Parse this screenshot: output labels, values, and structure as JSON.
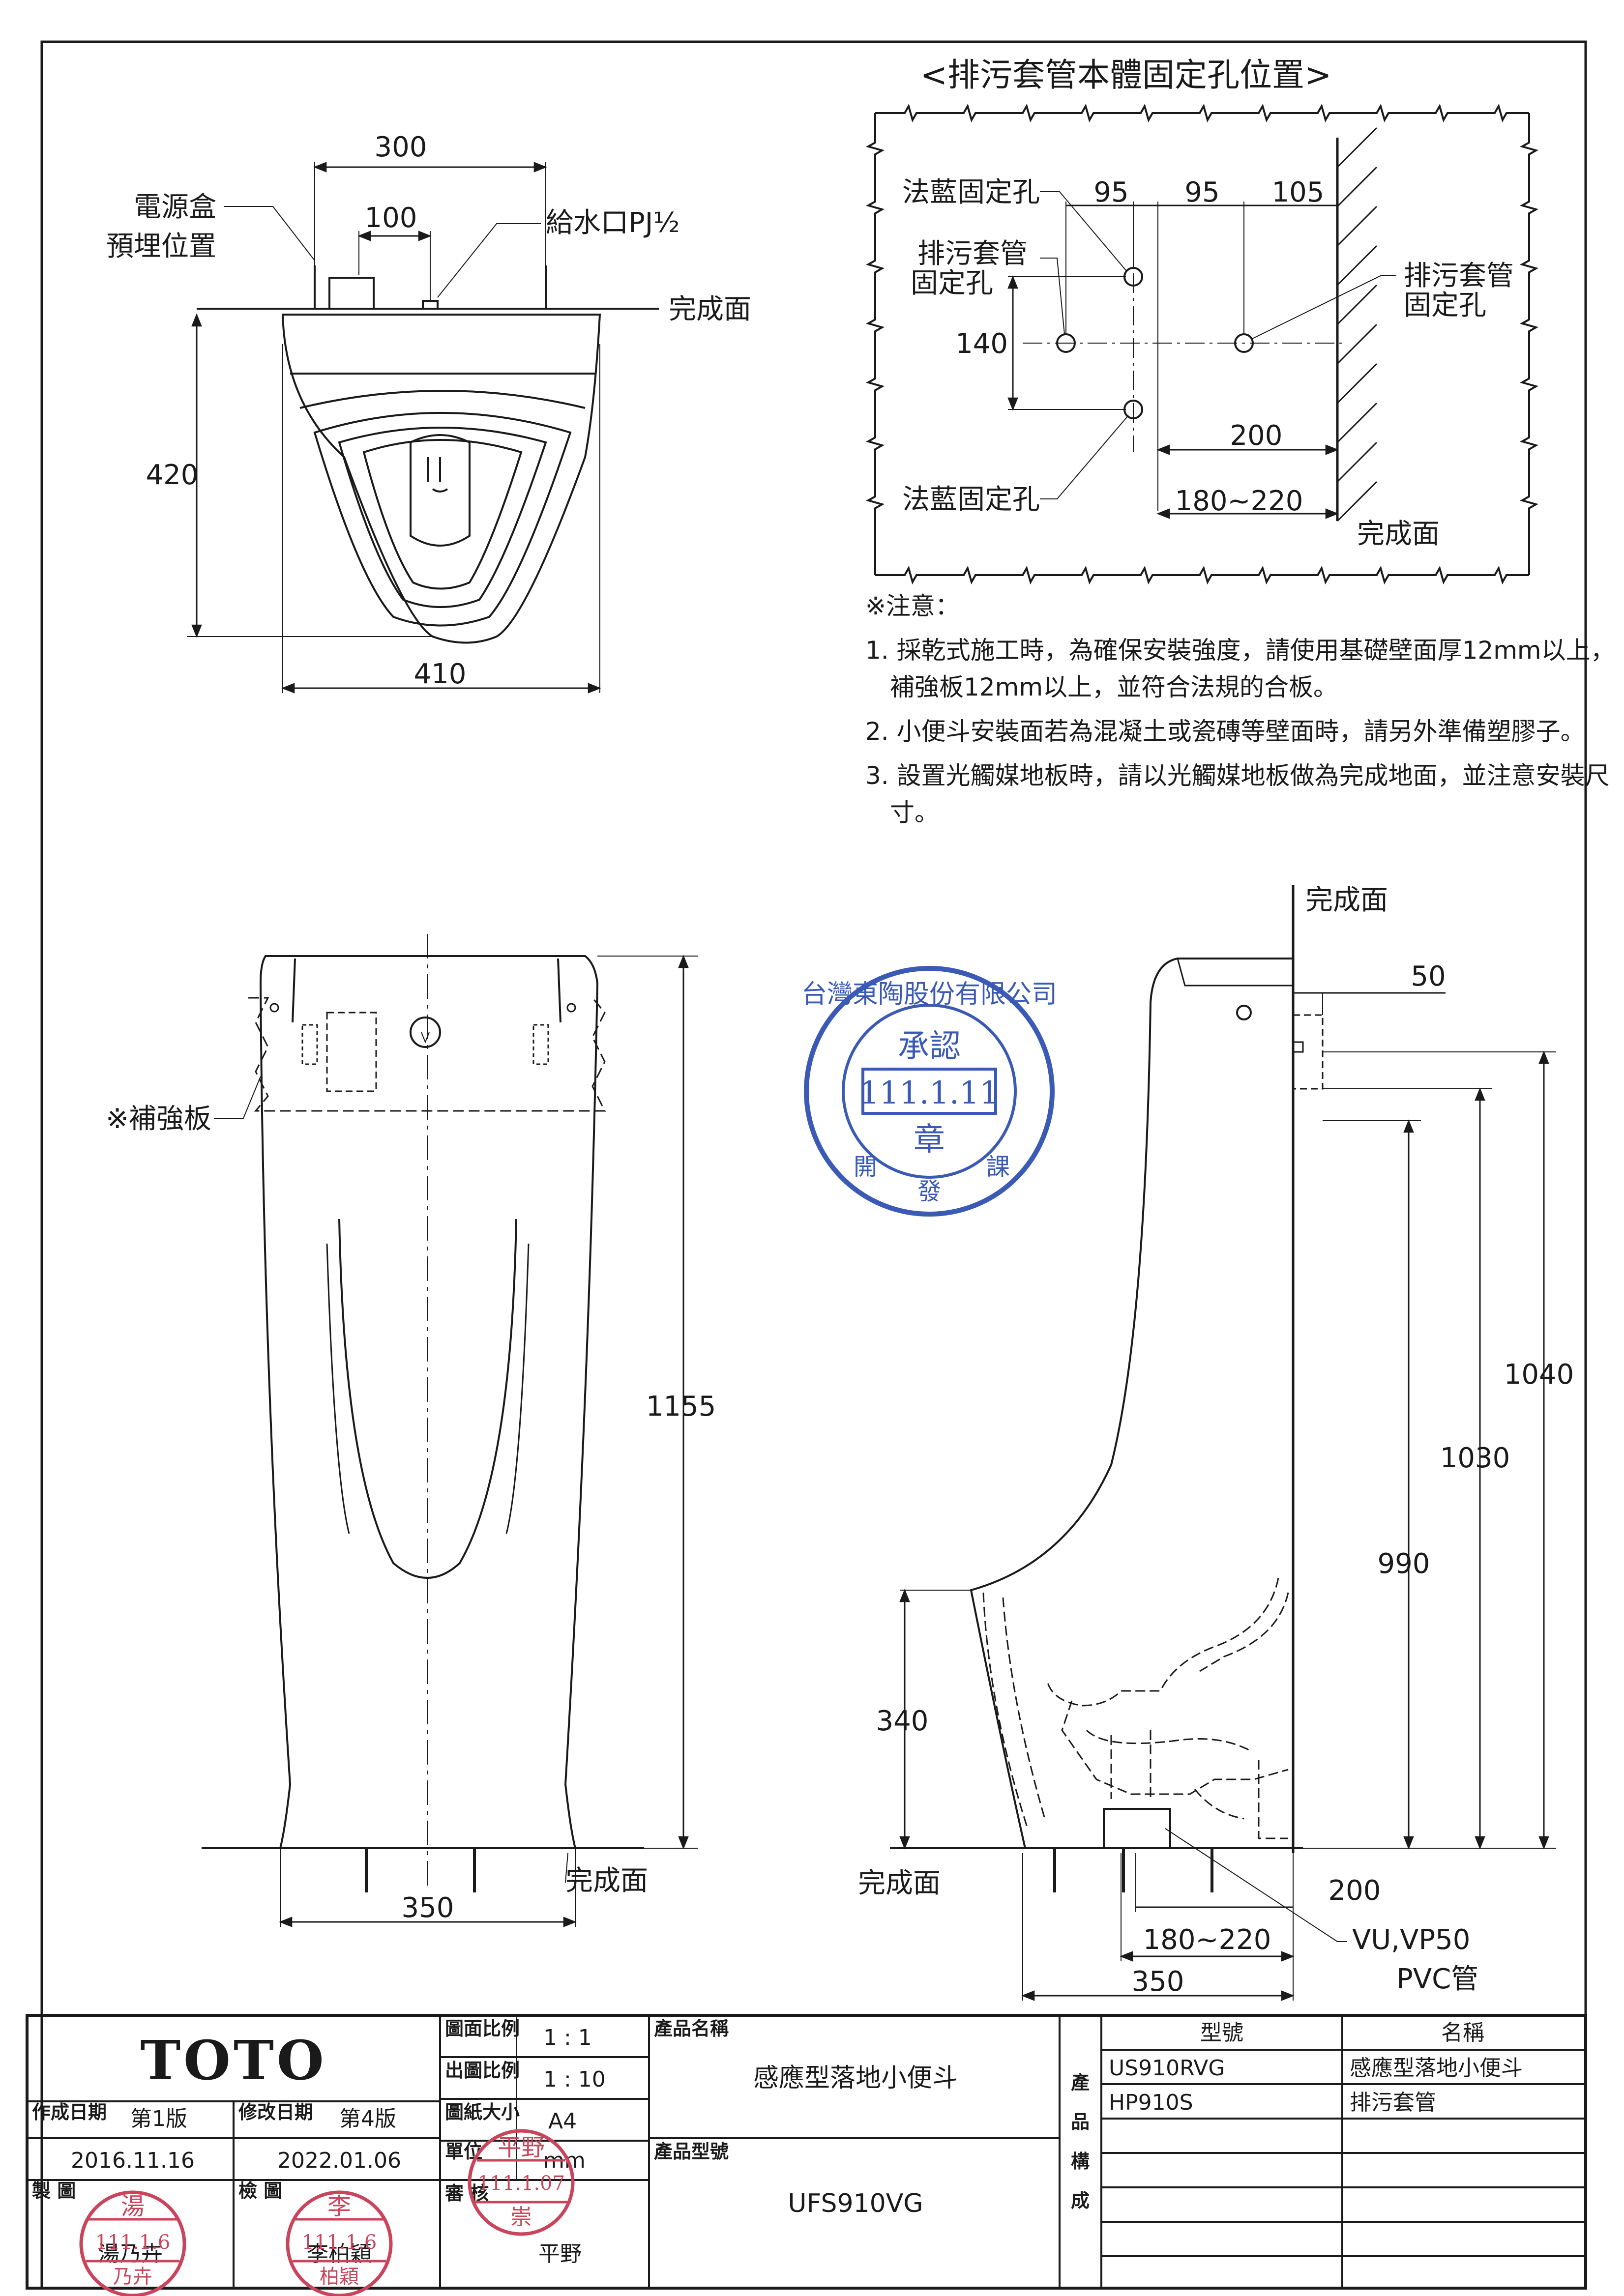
{
  "top_view": {
    "dim_width_outer": "300",
    "dim_width_inner": "100",
    "power_box_label_1": "電源盒",
    "power_box_label_2": "預埋位置",
    "water_inlet_label": "給水口PJ½",
    "finish_surface": "完成面",
    "dim_height": "420",
    "dim_width_bottom": "410"
  },
  "detail_view": {
    "title": "<排污套管本體固定孔位置>",
    "flange_hole_top": "法藍固定孔",
    "flange_hole_bottom": "法藍固定孔",
    "drain_hole_left_1": "排污套管",
    "drain_hole_left_2": "固定孔",
    "drain_hole_right_1": "排污套管",
    "drain_hole_right_2": "固定孔",
    "dim_95a": "95",
    "dim_95b": "95",
    "dim_105": "105",
    "dim_140": "140",
    "dim_200": "200",
    "dim_180_220": "180~220",
    "finish_surface": "完成面"
  },
  "notes": {
    "heading": "※注意：",
    "n1a": "1. 採乾式施工時，為確保安裝強度，請使用基礎壁面厚12mm以上，",
    "n1b": "補強板12mm以上，並符合法規的合板。",
    "n2": "2. 小便斗安裝面若為混凝土或瓷磚等壁面時，請另外準備塑膠子。",
    "n3a": "3. 設置光觸媒地板時，請以光觸媒地板做為完成地面，並注意安裝尺",
    "n3b": "寸。"
  },
  "front_view": {
    "reinforcement_label": "※補強板",
    "dim_height": "1155",
    "dim_width": "350",
    "finish_surface": "完成面"
  },
  "side_view": {
    "finish_surface_top": "完成面",
    "finish_surface_bottom": "完成面",
    "dim_50": "50",
    "dim_1040": "1040",
    "dim_1030": "1030",
    "dim_990": "990",
    "dim_340": "340",
    "dim_200": "200",
    "dim_180_220": "180~220",
    "dim_350": "350",
    "pipe_label_1": "VU,VP50",
    "pipe_label_2": "PVC管"
  },
  "approval_stamp": {
    "ring_text": "台灣東陶股份有限公司",
    "center_top": "承認",
    "date": "111.1.11",
    "center_bottom": "章",
    "left": "開",
    "bottom": "發",
    "right": "課"
  },
  "title_block": {
    "logo": "TOTO",
    "scale_label": "圖面比例",
    "scale_value": "1 : 1",
    "print_scale_label": "出圖比例",
    "print_scale_value": "1 : 10",
    "paper_label": "圖紙大小",
    "paper_value": "A4",
    "unit_label": "單位",
    "unit_value": "mm",
    "review_label": "審 核",
    "review_value": "平野",
    "created_label": "作成日期",
    "created_version": "第1版",
    "created_date": "2016.11.16",
    "revised_label": "修改日期",
    "revised_version": "第4版",
    "revised_date": "2022.01.06",
    "drawn_label": "製 圖",
    "drawn_by": "湯乃卉",
    "checked_label": "檢 圖",
    "checked_by": "李柏穎",
    "product_name_label": "產品名稱",
    "product_name": "感應型落地小便斗",
    "product_model_label": "產品型號",
    "product_model": "UFS910VG",
    "composition_label": "產品構成",
    "composition_chars": [
      "產",
      "品",
      "構",
      "成"
    ],
    "col_model": "型號",
    "col_name": "名稱",
    "rows": [
      {
        "model": "US910RVG",
        "name": "感應型落地小便斗"
      },
      {
        "model": "HP910S",
        "name": "排污套管"
      },
      {
        "model": "",
        "name": ""
      },
      {
        "model": "",
        "name": ""
      },
      {
        "model": "",
        "name": ""
      },
      {
        "model": "",
        "name": ""
      }
    ],
    "stamp_drawn_name": "湯",
    "stamp_drawn_date": "111.1.6",
    "stamp_drawn_bottom": "乃卉",
    "stamp_checked_name": "李",
    "stamp_checked_date": "111.1.6",
    "stamp_checked_bottom": "柏穎",
    "stamp_review_top": "平野",
    "stamp_review_date": "111.1.07",
    "stamp_review_bottom": "崇"
  },
  "colors": {
    "line": "#1a1a1a",
    "stamp_red": "#c8455c",
    "stamp_blue": "#3a5ab5"
  }
}
